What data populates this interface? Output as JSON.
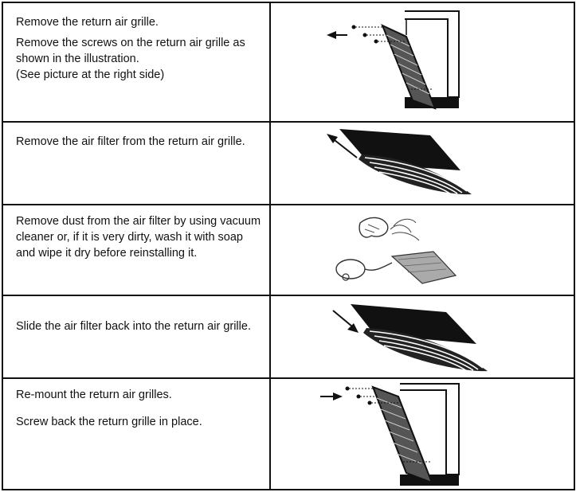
{
  "steps": [
    {
      "lines": [
        "Remove the return air grille.",
        "Remove the screws on the return air grille as shown in the illustration.",
        "(See picture at the right side)"
      ],
      "illustration": "remove-grille"
    },
    {
      "lines": [
        "Remove the air filter from the return air grille."
      ],
      "illustration": "remove-filter"
    },
    {
      "lines": [
        "Remove dust from the air filter by using vacuum cleaner or, if it is very dirty, wash it with soap and wipe it dry before reinstalling it."
      ],
      "illustration": "clean-filter"
    },
    {
      "lines": [
        "Slide the air filter back into the return air grille."
      ],
      "illustration": "insert-filter"
    },
    {
      "lines": [
        "Re-mount the return air grilles.",
        "Screw back the return grille in place."
      ],
      "illustration": "remount-grille"
    }
  ]
}
